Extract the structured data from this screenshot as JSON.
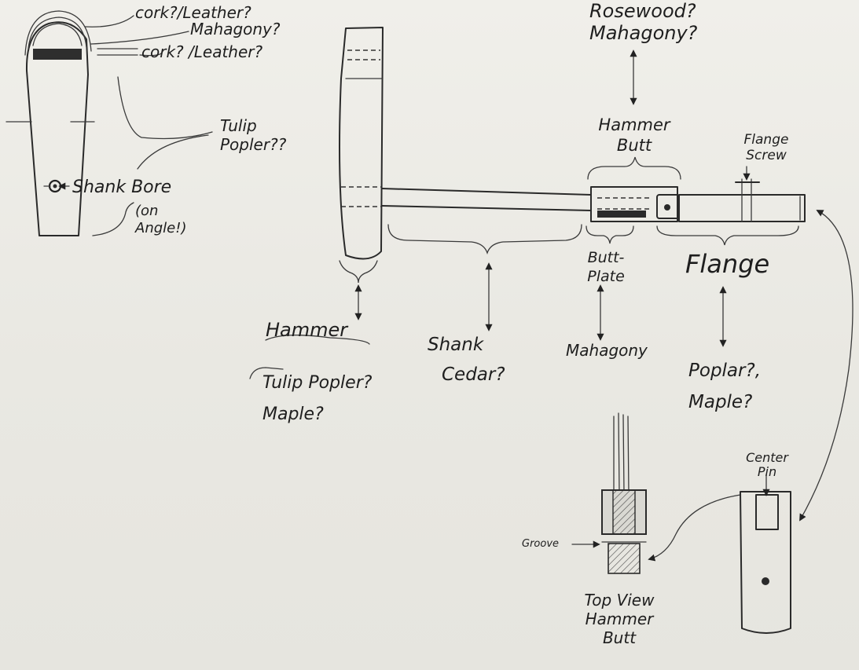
{
  "end_view": {
    "cork_leather_top": "cork?/Leather?",
    "mahogany": "Mahagony?",
    "cork_leather_bottom": "cork? /Leather?",
    "tulip_poplar": "Tulip Popler??",
    "shank_bore": "Shank Bore",
    "on_angle": "(on Angle!)"
  },
  "side_view": {
    "rosewood_mahogany": "Rosewood? Mahagony?",
    "hammer_butt": "Hammer Butt",
    "flange_screw": "Flange Screw",
    "hammer": "Hammer",
    "hammer_material": "Tulip Popler? Maple?",
    "shank": "Shank",
    "shank_material": "Cedar?",
    "butt_plate": "Butt-Plate",
    "butt_plate_material": "Mahagony",
    "flange": "Flange",
    "flange_material": "Poplar?, Maple?"
  },
  "top_view": {
    "groove": "Groove",
    "title": "Top View Hammer Butt"
  },
  "flange_end": {
    "center_pin": "Center Pin"
  }
}
